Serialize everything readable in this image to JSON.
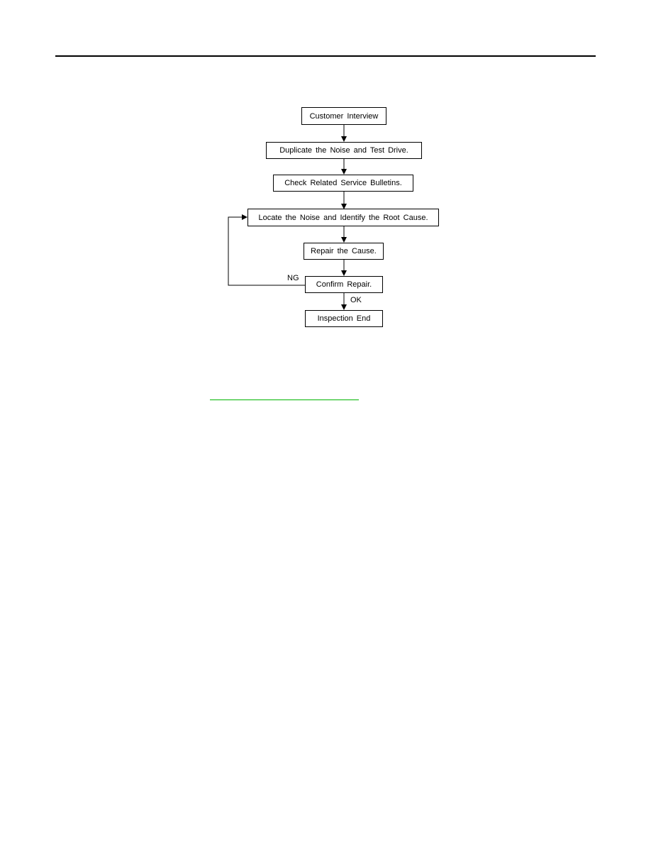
{
  "flowchart": {
    "steps": [
      "Customer Interview",
      "Duplicate the Noise and Test Drive.",
      "Check Related Service Bulletins.",
      "Locate the Noise and Identify the Root Cause.",
      "Repair the Cause.",
      "Confirm Repair.",
      "Inspection End"
    ],
    "ng_label": "NG",
    "ok_label": "OK"
  },
  "colors": {
    "line": "#000000",
    "link": "#00b400"
  }
}
